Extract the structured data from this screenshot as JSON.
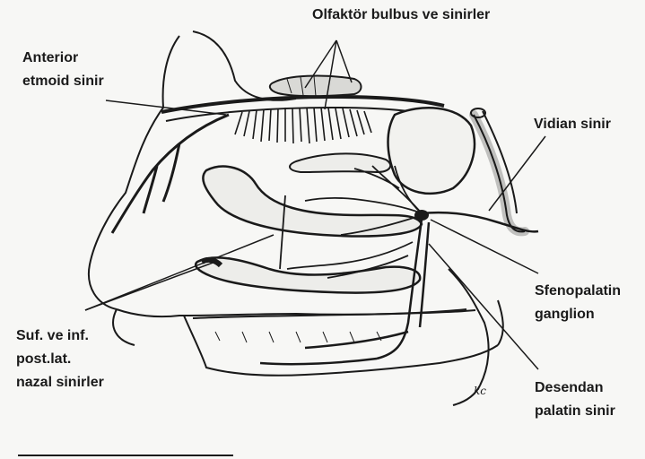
{
  "labels": {
    "olfactory": "Olfaktör bulbus ve sinirler",
    "anterior_ethmoid": [
      "Anterior",
      "etmoid sinir"
    ],
    "vidian": "Vidian sinir",
    "sphenopalatine": [
      "Sfenopalatin",
      "ganglion"
    ],
    "posterolateral": [
      "Suf. ve inf.",
      "post.lat.",
      "nazal sinirler"
    ],
    "descending_palatine": [
      "Desendan",
      "palatin sinir"
    ]
  },
  "colors": {
    "ink": "#1a1a1a",
    "paper": "#f7f7f5",
    "shade": "#d9d9d6"
  }
}
